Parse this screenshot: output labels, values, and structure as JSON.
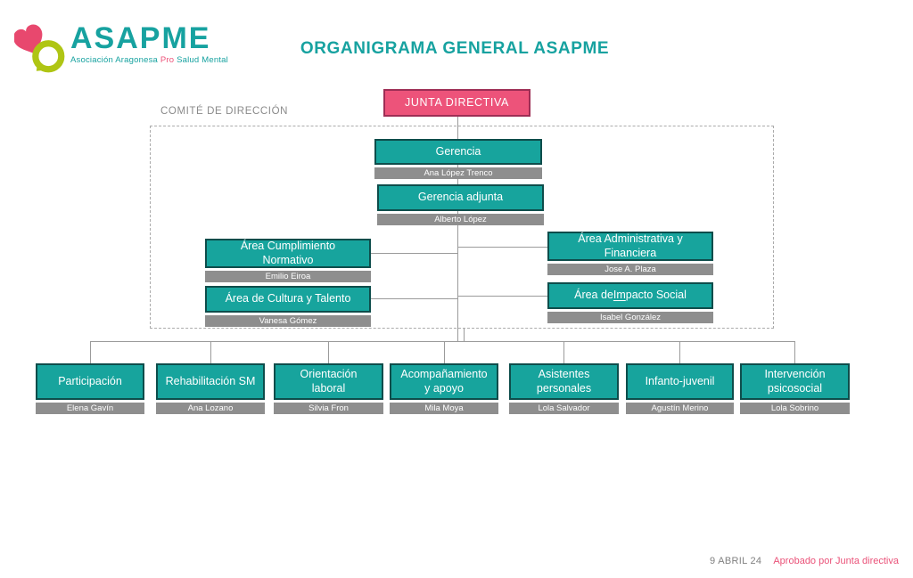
{
  "logo": {
    "brand": "ASAPME",
    "tagline": {
      "part1": "Asociación Aragonesa ",
      "highlight": "Pro",
      "part2": " Salud Mental"
    }
  },
  "title": "ORGANIGRAMA GENERAL ASAPME",
  "committee_label": "COMITÉ DE DIRECCIÓN",
  "org": {
    "junta": {
      "label": "JUNTA DIRECTIVA"
    },
    "gerencia": {
      "label": "Gerencia",
      "name": "Ana López Trenco"
    },
    "gerencia_adjunta": {
      "label": "Gerencia adjunta",
      "name": "Alberto López"
    },
    "areas": [
      {
        "label": "Área Cumplimiento\nNormativo",
        "name": "Emilio Eiroa"
      },
      {
        "label": "Área Administrativa y\nFinanciera",
        "name": "Jose A. Plaza"
      },
      {
        "label": "Área de Cultura y Talento",
        "name": "Vanesa Gómez"
      },
      {
        "label_pre": "Área de",
        "label_underline": " Im",
        "label_post": "pacto Social",
        "name": "Isabel González"
      }
    ],
    "departments": [
      {
        "label": "Participación",
        "name": "Elena Gavín"
      },
      {
        "label": "Rehabilitación SM",
        "name": "Ana Lozano"
      },
      {
        "label": "Orientación\nlaboral",
        "name": "Silvia Fron"
      },
      {
        "label": "Acompañamiento\ny apoyo",
        "name": "Mila Moya"
      },
      {
        "label": "Asistentes\npersonales",
        "name": "Lola Salvador"
      },
      {
        "label": "Infanto-juvenil",
        "name": "Agustín Merino"
      },
      {
        "label": "Intervención\npsicosocial",
        "name": "Lola Sobrino"
      }
    ]
  },
  "footer": {
    "date": "9 ABRIL 24",
    "approval": "Aprobado por Junta directiva"
  },
  "colors": {
    "teal": "#17A49D",
    "teal_border": "#0E4D4B",
    "pink": "#ED537A",
    "pink_border": "#9E2E55",
    "lime": "#AFC514",
    "bar_gray": "#8E8E8E",
    "line_gray": "#9B9B9B",
    "dash_gray": "#ABABAB",
    "title_teal": "#17A2A0",
    "footer_pink": "#EA5178",
    "label_gray": "#8A8A8A"
  }
}
